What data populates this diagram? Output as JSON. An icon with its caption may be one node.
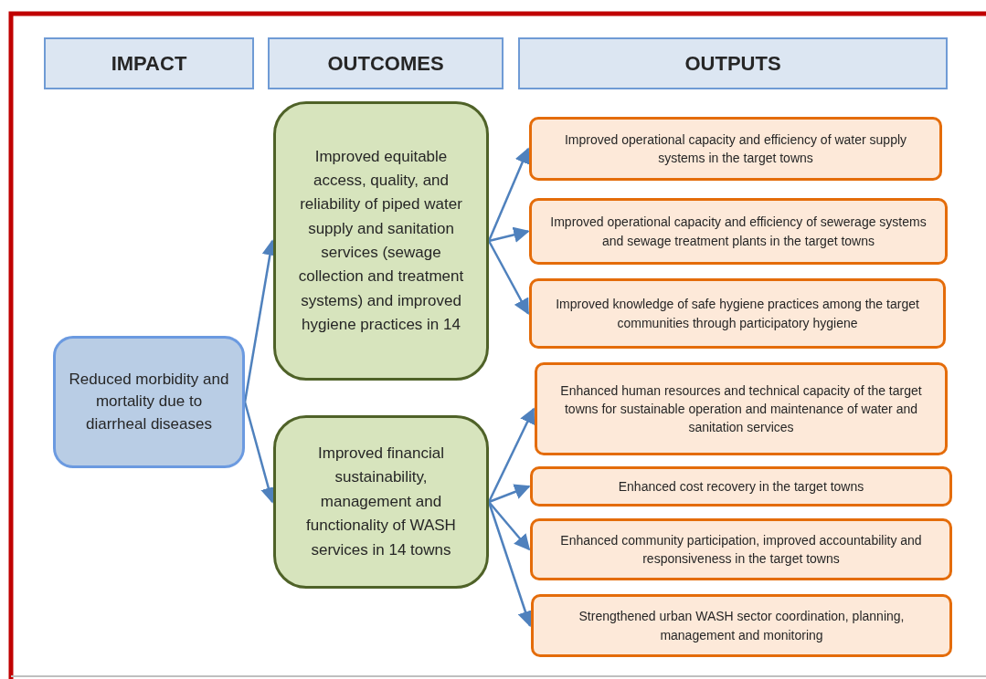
{
  "diagram": {
    "nodes": [
      {
        "text": [
          "IMPACT"
        ]
      },
      {
        "text": [
          "OUTCOMES"
        ]
      },
      {
        "text": [
          "OUTPUTS"
        ]
      },
      {
        "text": [
          "Reduced morbidity and mortality due to diarrheal diseases"
        ]
      },
      {
        "text": [
          "Improved equitable access, quality, and reliability of piped water supply and sanitation services (sewage collection and treatment systems) and improved hygiene practices in 14"
        ]
      },
      {
        "text": [
          "Improved financial sustainability, management and functionality of WASH services in 14 towns"
        ]
      },
      {
        "text": [
          "Improved operational capacity and efficiency of water supply systems in the target towns"
        ]
      },
      {
        "text": [
          "Improved operational capacity and efficiency of sewerage systems and sewage treatment plants in the target towns"
        ]
      },
      {
        "text": [
          "Improved knowledge of safe hygiene practices among the target communities through participatory hygiene"
        ]
      },
      {
        "text": [
          "Enhanced human resources and technical capacity of the target towns for sustainable operation and maintenance of water and sanitation services"
        ]
      },
      {
        "text": [
          "Enhanced cost recovery in the target towns"
        ]
      },
      {
        "text": [
          "Enhanced community participation, improved accountability and responsiveness in the target towns"
        ]
      },
      {
        "text": [
          "Strengthened urban WASH sector coordination, planning, management and monitoring"
        ]
      }
    ],
    "edges": [
      {
        "from": 3,
        "to": 4,
        "arrow": "to"
      },
      {
        "from": 3,
        "to": 5,
        "arrow": "to"
      },
      {
        "from": 4,
        "to": 6,
        "arrow": "to"
      },
      {
        "from": 4,
        "to": 7,
        "arrow": "to"
      },
      {
        "from": 4,
        "to": 8,
        "arrow": "to"
      },
      {
        "from": 5,
        "to": 9,
        "arrow": "to"
      },
      {
        "from": 5,
        "to": 10,
        "arrow": "to"
      },
      {
        "from": 5,
        "to": 11,
        "arrow": "to"
      },
      {
        "from": 5,
        "to": 12,
        "arrow": "to"
      }
    ]
  }
}
